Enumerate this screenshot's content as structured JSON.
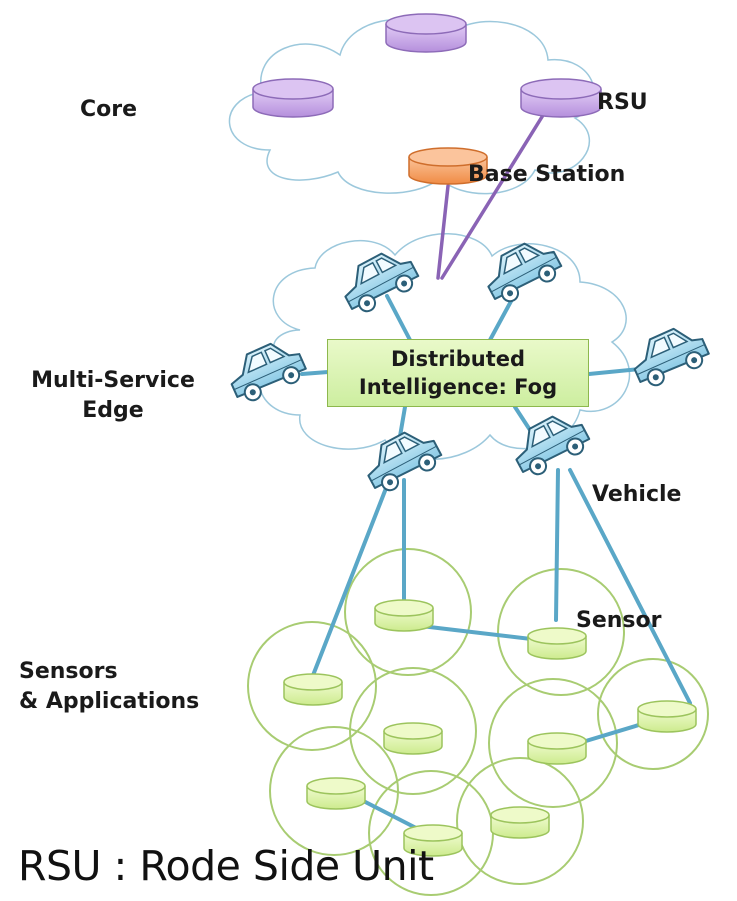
{
  "layers": {
    "core": "Core",
    "edge_line1": "Multi-Service",
    "edge_line2": "Edge",
    "sensors_line1": "Sensors",
    "sensors_line2": "& Applications"
  },
  "nodes": {
    "rsu": "RSU",
    "base_station": "Base Station",
    "vehicle": "Vehicle",
    "sensor": "Sensor"
  },
  "fog": {
    "line1": "Distributed",
    "line2": "Intelligence: Fog"
  },
  "footer": "RSU : Rode Side Unit",
  "colors": {
    "cloud_outline": "#9cc8dc",
    "rsu_fill": "#c9a9e8",
    "base_station_fill": "#f6a060",
    "link_core": "#8a63b5",
    "link_edge": "#5aa7c7",
    "sensor_fill": "#ddf3a8",
    "sensor_ring": "#a8cc72",
    "vehicle_fill": "#a9dcef"
  }
}
